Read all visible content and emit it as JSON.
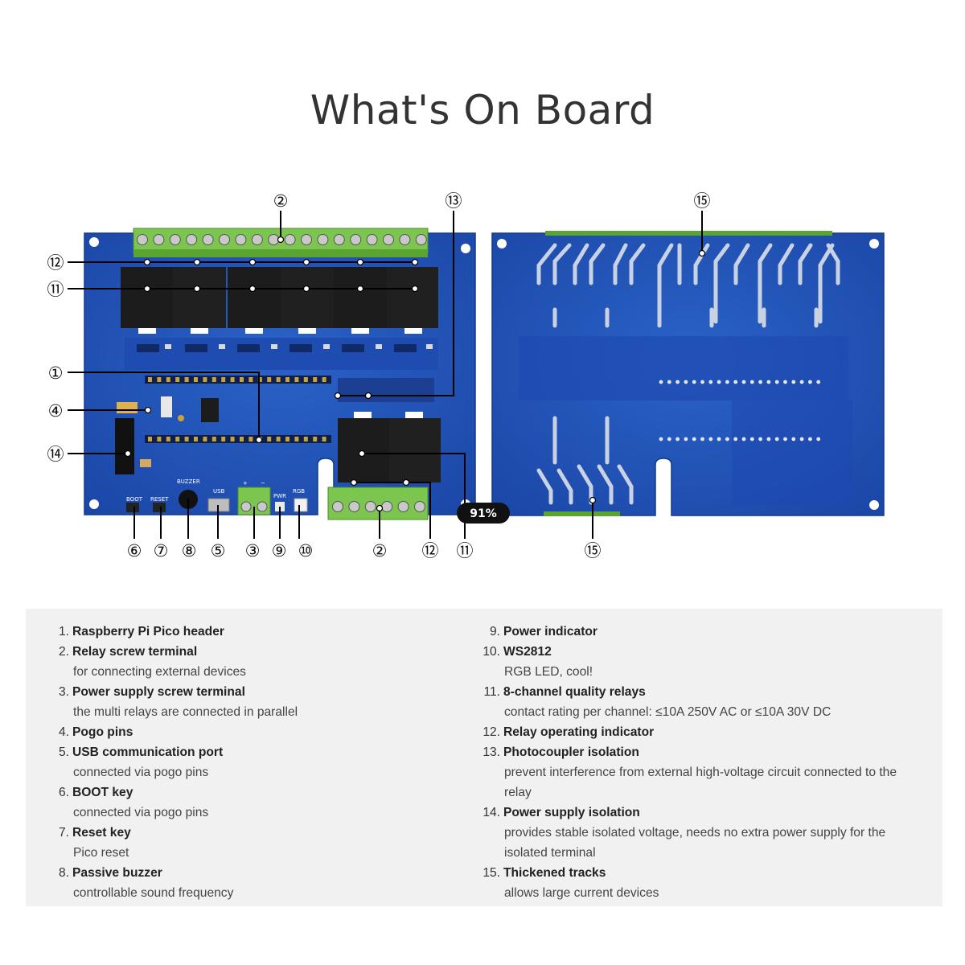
{
  "page": {
    "title": "What's On Board"
  },
  "diagram": {
    "zoom_label": "91%",
    "front_labels": {
      "boot": "BOOT",
      "reset": "RESET",
      "buzzer": "BUZZER",
      "usb": "USB",
      "pwr": "PWR",
      "rgb": "RGB",
      "plus": "+",
      "minus": "−"
    },
    "callouts": [
      "②",
      "⑬",
      "⑮",
      "⑫",
      "⑪",
      "①",
      "④",
      "⑭",
      "⑥",
      "⑦",
      "⑧",
      "⑤",
      "③",
      "⑨",
      "⑩",
      "②",
      "⑫",
      "⑪",
      "⑮"
    ]
  },
  "legend": {
    "left": [
      {
        "num": "1.",
        "name": "Raspberry Pi Pico header",
        "desc": []
      },
      {
        "num": "2.",
        "name": "Relay screw terminal",
        "desc": [
          "for connecting external devices"
        ]
      },
      {
        "num": "3.",
        "name": "Power supply screw terminal",
        "desc": [
          "the multi relays are connected in parallel"
        ]
      },
      {
        "num": "4.",
        "name": "Pogo pins",
        "desc": []
      },
      {
        "num": "5.",
        "name": "USB communication port",
        "desc": [
          "connected via pogo pins"
        ]
      },
      {
        "num": "6.",
        "name": "BOOT key",
        "desc": [
          "connected via pogo pins"
        ]
      },
      {
        "num": "7.",
        "name": "Reset key",
        "desc": [
          "Pico reset"
        ]
      },
      {
        "num": "8.",
        "name": "Passive buzzer",
        "desc": [
          "controllable sound frequency"
        ]
      }
    ],
    "right": [
      {
        "num": "9.",
        "name": "Power indicator",
        "desc": []
      },
      {
        "num": "10.",
        "name": "WS2812",
        "desc": [
          "RGB LED, cool!"
        ]
      },
      {
        "num": "11.",
        "name": "8-channel quality relays",
        "desc": [
          "contact rating per channel: ≤10A 250V AC or ≤10A 30V DC"
        ]
      },
      {
        "num": "12.",
        "name": "Relay operating indicator",
        "desc": []
      },
      {
        "num": "13.",
        "name": "Photocoupler isolation",
        "desc": [
          "prevent interference from external high-voltage circuit connected to the",
          "relay"
        ]
      },
      {
        "num": "14.",
        "name": "Power supply isolation",
        "desc": [
          "provides stable isolated voltage, needs no extra power supply for the",
          "isolated terminal"
        ]
      },
      {
        "num": "15.",
        "name": "Thickened tracks",
        "desc": [
          "allows large current devices"
        ]
      }
    ]
  }
}
